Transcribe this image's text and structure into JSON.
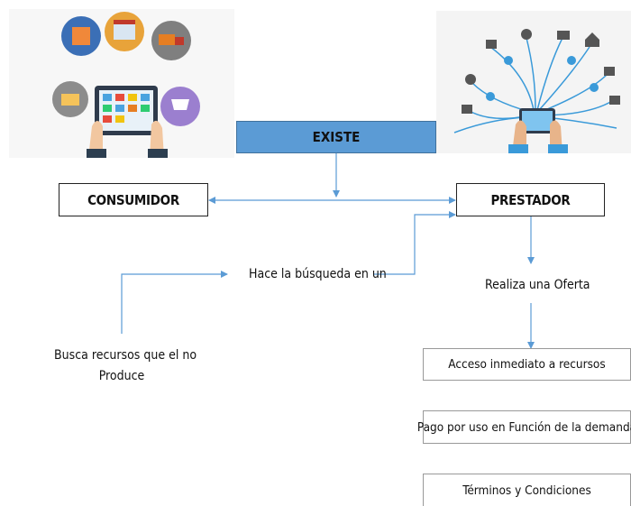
{
  "nodes": {
    "existe": "EXISTE",
    "consumidor": "CONSUMIDOR",
    "prestador": "PRESTADOR",
    "busqueda": "Hace la búsqueda en un",
    "oferta": "Realiza una Oferta",
    "busca_line1": "Busca recursos que el no",
    "busca_line2": "Produce",
    "acceso": "Acceso inmediato a recursos",
    "pago": "Pago por uso en Función de la demanda",
    "terminos": "Términos y Condiciones"
  },
  "colors": {
    "accent": "#5b9bd5",
    "connector": "#5b9bd5"
  },
  "images": {
    "left": "ecommerce-tablet-illustration",
    "right": "network-technology-tablet-illustration"
  }
}
